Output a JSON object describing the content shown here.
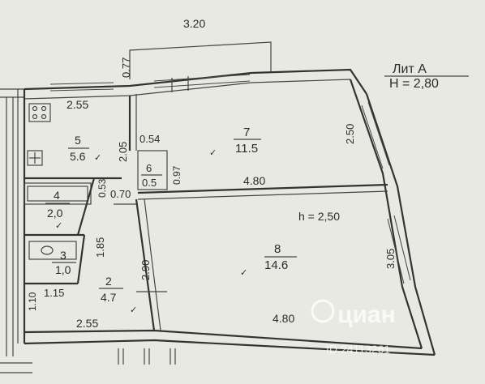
{
  "annotations": {
    "top_dim": "3.20",
    "balcony_depth": "0.77",
    "liter_line1": "Лит А",
    "liter_line2": "Н = 2,80",
    "ceiling_height": "h = 2,50"
  },
  "rooms": [
    {
      "number": "5",
      "area": "5.6",
      "mark": "✓"
    },
    {
      "number": "7",
      "area": "11.5",
      "mark": "✓"
    },
    {
      "number": "6",
      "area": "0.5",
      "mark": ""
    },
    {
      "number": "4",
      "area": "2,0",
      "mark": "✓"
    },
    {
      "number": "3",
      "area": "1,0",
      "mark": ""
    },
    {
      "number": "2",
      "area": "4.7",
      "mark": "✓"
    },
    {
      "number": "8",
      "area": "14.6",
      "mark": "✓"
    }
  ],
  "dimensions": {
    "kitchen_width": "2.55",
    "kitchen_depth": "2.05",
    "closet_width": "0.54",
    "closet_depth": "0.97",
    "room7_depth": "2.50",
    "room7_width": "4.80",
    "bath_dim": "0.53",
    "corridor_dim": "0.70",
    "wc_depth": "1.85",
    "hall_depth": "2.90",
    "wc_width": "1.15",
    "wc_door": "1.10",
    "room8_depth": "3.05",
    "room8_width": "4.80",
    "hall_width": "2.55"
  },
  "watermark": {
    "brand": "циан",
    "id": "ID 24113261"
  }
}
